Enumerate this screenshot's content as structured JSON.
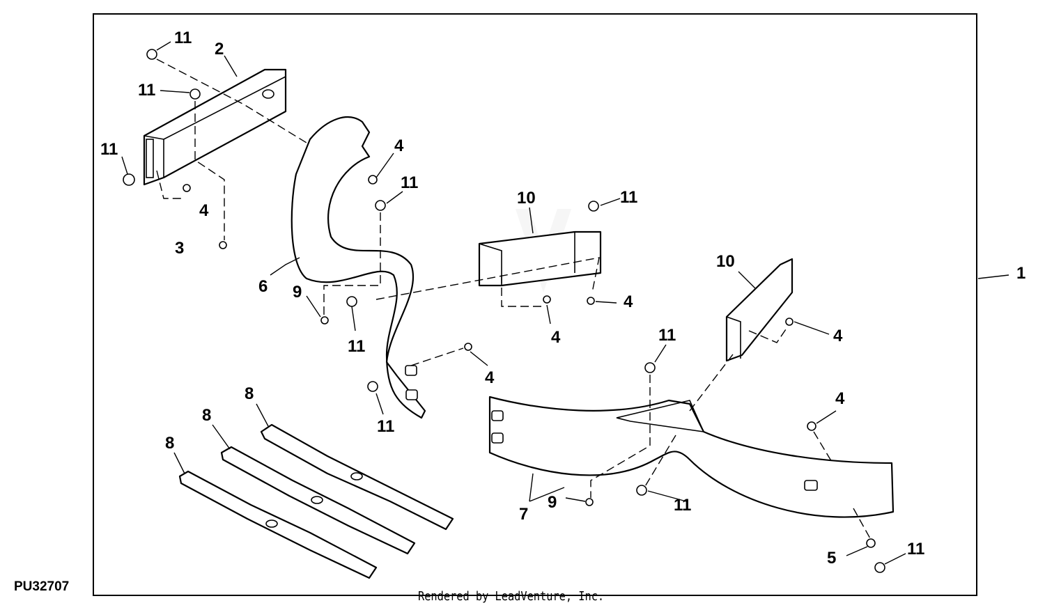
{
  "figure_id": "PU32707",
  "credit": "Rendered by LeadVenture, Inc.",
  "watermark": "LEADVENTURE",
  "callouts": [
    "11",
    "2",
    "11",
    "11",
    "4",
    "3",
    "4",
    "11",
    "10",
    "11",
    "1",
    "6",
    "9",
    "11",
    "4",
    "4",
    "10",
    "11",
    "4",
    "4",
    "11",
    "8",
    "8",
    "8",
    "4",
    "7",
    "9",
    "11",
    "5",
    "11"
  ]
}
